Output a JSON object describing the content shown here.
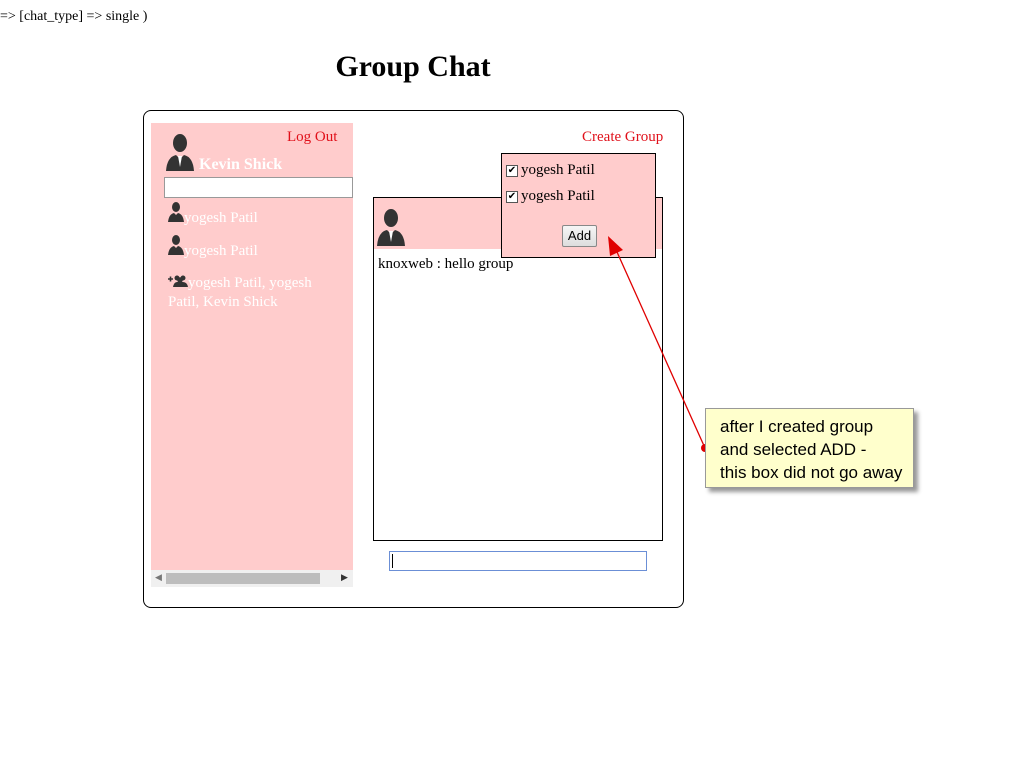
{
  "debug_text": "=> [chat_type] => single )",
  "title": "Group Chat",
  "sidebar": {
    "logout": "Log Out",
    "current_user": "Kevin Shick",
    "search_value": "",
    "items": [
      {
        "label": "yogesh Patil",
        "icon": "user-icon"
      },
      {
        "label": "yogesh Patil",
        "icon": "user-icon"
      },
      {
        "label": "yogesh Patil, yogesh Patil, Kevin Shick",
        "icon": "group-icon"
      }
    ]
  },
  "main": {
    "create_group": "Create Group",
    "messages": [
      {
        "text": "knoxweb : hello group"
      }
    ],
    "message_input": ""
  },
  "popup": {
    "options": [
      {
        "label": "yogesh Patil",
        "checked": true
      },
      {
        "label": "yogesh Patil",
        "checked": true
      }
    ],
    "add_label": "Add"
  },
  "annotation": {
    "lines": [
      "after I created group",
      "and selected ADD -",
      "this box did not go away"
    ]
  },
  "colors": {
    "pink": "#ffcccc",
    "link_red": "#e0101a",
    "callout": "#ffffcc",
    "arrow": "#e00000"
  }
}
